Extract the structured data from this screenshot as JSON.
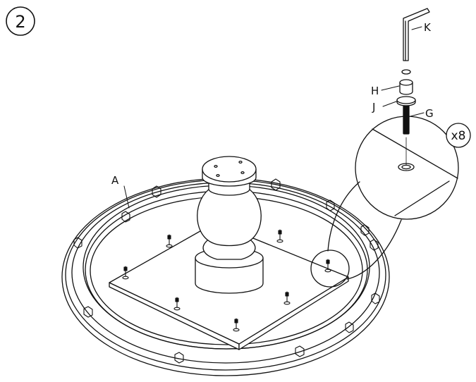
{
  "step": {
    "number": "2"
  },
  "quantity": {
    "text": "x8"
  },
  "parts": {
    "tabletop": "A",
    "allen_key": "K",
    "lock_washer": "H",
    "flat_washer": "J",
    "bolt": "G"
  },
  "palette": {
    "line": "#111111",
    "background": "#ffffff"
  }
}
